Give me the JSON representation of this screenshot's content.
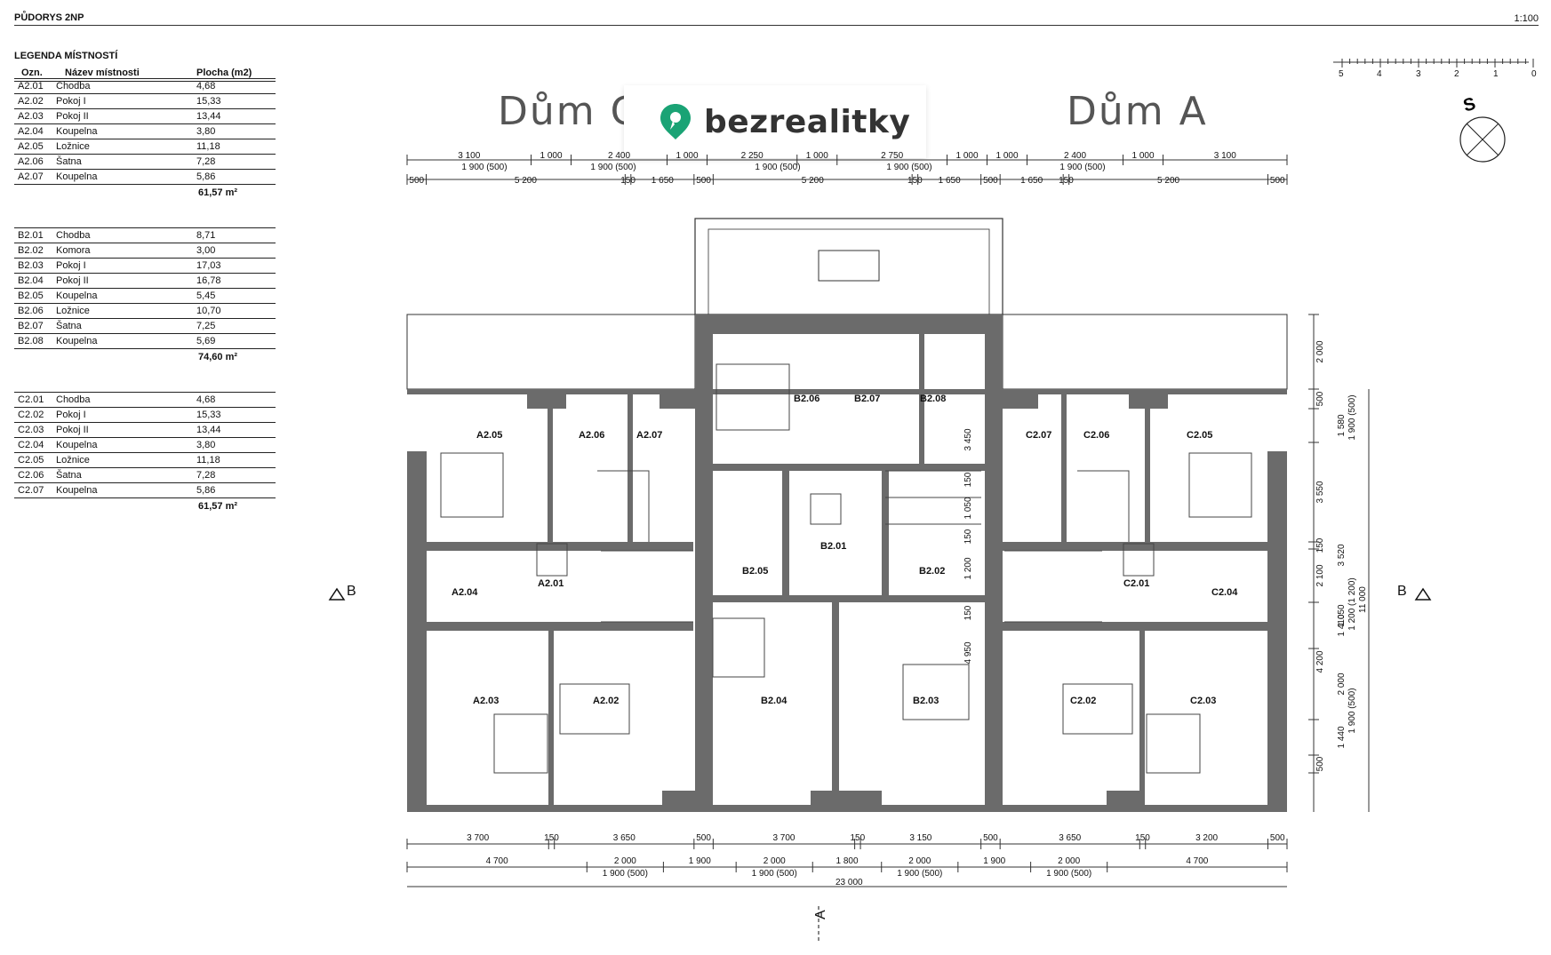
{
  "header": {
    "title": "PŮDORYS 2NP",
    "scale": "1:100"
  },
  "legend": {
    "title": "LEGENDA MÍSTNOSTÍ",
    "columns": [
      "Ozn.",
      "Název místnosti",
      "Plocha (m2)"
    ],
    "groups": [
      {
        "rows": [
          [
            "A2.01",
            "Chodba",
            "4,68"
          ],
          [
            "A2.02",
            "Pokoj I",
            "15,33"
          ],
          [
            "A2.03",
            "Pokoj II",
            "13,44"
          ],
          [
            "A2.04",
            "Koupelna",
            "3,80"
          ],
          [
            "A2.05",
            "Ložnice",
            "11,18"
          ],
          [
            "A2.06",
            "Šatna",
            "7,28"
          ],
          [
            "A2.07",
            "Koupelna",
            "5,86"
          ]
        ],
        "total": "61,57 m²"
      },
      {
        "rows": [
          [
            "B2.01",
            "Chodba",
            "8,71"
          ],
          [
            "B2.02",
            "Komora",
            "3,00"
          ],
          [
            "B2.03",
            "Pokoj I",
            "17,03"
          ],
          [
            "B2.04",
            "Pokoj II",
            "16,78"
          ],
          [
            "B2.05",
            "Koupelna",
            "5,45"
          ],
          [
            "B2.06",
            "Ložnice",
            "10,70"
          ],
          [
            "B2.07",
            "Šatna",
            "7,25"
          ],
          [
            "B2.08",
            "Koupelna",
            "5,69"
          ]
        ],
        "total": "74,60 m²"
      },
      {
        "rows": [
          [
            "C2.01",
            "Chodba",
            "4,68"
          ],
          [
            "C2.02",
            "Pokoj I",
            "15,33"
          ],
          [
            "C2.03",
            "Pokoj II",
            "13,44"
          ],
          [
            "C2.04",
            "Koupelna",
            "3,80"
          ],
          [
            "C2.05",
            "Ložnice",
            "11,18"
          ],
          [
            "C2.06",
            "Šatna",
            "7,28"
          ],
          [
            "C2.07",
            "Koupelna",
            "5,86"
          ]
        ],
        "total": "61,57 m²"
      }
    ]
  },
  "houses": {
    "left": "Dům C",
    "right": "Dům A"
  },
  "brand": {
    "name": "bezrealitky",
    "icon": "location-pin-icon",
    "color": "#1aa375"
  },
  "scale_bar": {
    "ticks": [
      "5",
      "4",
      "3",
      "2",
      "1",
      "0"
    ]
  },
  "north": {
    "label": "S"
  },
  "sections": {
    "b_left": "B",
    "b_right": "B",
    "a_bottom": "A"
  },
  "rooms": {
    "A2_01": "A2.01",
    "A2_02": "A2.02",
    "A2_03": "A2.03",
    "A2_04": "A2.04",
    "A2_05": "A2.05",
    "A2_06": "A2.06",
    "A2_07": "A2.07",
    "B2_01": "B2.01",
    "B2_02": "B2.02",
    "B2_03": "B2.03",
    "B2_04": "B2.04",
    "B2_05": "B2.05",
    "B2_06": "B2.06",
    "B2_07": "B2.07",
    "B2_08": "B2.08",
    "C2_01": "C2.01",
    "C2_02": "C2.02",
    "C2_03": "C2.03",
    "C2_04": "C2.04",
    "C2_05": "C2.05",
    "C2_06": "C2.06",
    "C2_07": "C2.07"
  },
  "dims_top1": [
    "3 100",
    "1 000",
    "2 400",
    "1 000",
    "2 250",
    "1 000",
    "2 750",
    "1 000",
    "1 000",
    "2 400",
    "1 000",
    "3 100"
  ],
  "dims_top1b": [
    "1 900 (500)",
    "1 900 (500)",
    "1 900 (500)",
    "1 900 (500)",
    "1 900 (500)"
  ],
  "dims_top2": [
    "500",
    "5 200",
    "150",
    "1 650",
    "500",
    "5 200",
    "150",
    "1 650",
    "500",
    "1 650",
    "150",
    "5 200",
    "500"
  ],
  "dims_bot1": [
    "3 700",
    "150",
    "3 650",
    "500",
    "3 700",
    "150",
    "3 150",
    "500",
    "3 650",
    "150",
    "3 200",
    "500"
  ],
  "dims_bot2": [
    "4 700",
    "2 000",
    "1 900",
    "2 000",
    "1 800",
    "2 000",
    "1 900",
    "2 000",
    "4 700"
  ],
  "dims_bot2b": [
    "1 900 (500)",
    "1 900 (500)",
    "1 900 (500)",
    "1 900 (500)"
  ],
  "dims_total": "23 000",
  "dims_right1": [
    "2 000",
    "500",
    "1 580",
    "3 550",
    "3 520",
    "150",
    "2 100",
    "1 050",
    "1 410",
    "4 200",
    "2 000",
    "1 440",
    "500"
  ],
  "dims_right1b": [
    "1 900 (500)",
    "1 200 (1 200)",
    "1 900 (500)"
  ],
  "dims_total_v": "11 000",
  "dims_inner": [
    "3 450",
    "150",
    "1 050",
    "150",
    "1 200",
    "150",
    "4 950"
  ]
}
